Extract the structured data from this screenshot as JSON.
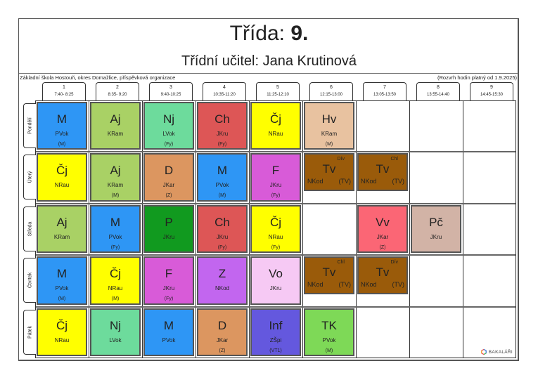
{
  "header": {
    "title_prefix": "Třída: ",
    "title_class": "9.",
    "subtitle": "Třídní učitel: Jana Krutinová",
    "school": "Základní škola Hostouň, okres Domažlice, příspěvková organizace",
    "validity": "(Rozvrh hodin platný od 1.9.2025)"
  },
  "periods": [
    {
      "num": "1",
      "time": "7:40- 8:25"
    },
    {
      "num": "2",
      "time": "8:35- 9:20"
    },
    {
      "num": "3",
      "time": "9:40-10:25"
    },
    {
      "num": "4",
      "time": "10:35-11:20"
    },
    {
      "num": "5",
      "time": "11:25-12:10"
    },
    {
      "num": "6",
      "time": "12:15-13:00"
    },
    {
      "num": "7",
      "time": "13:05-13:50"
    },
    {
      "num": "8",
      "time": "13:55-14:40"
    },
    {
      "num": "9",
      "time": "14:45-15:30"
    }
  ],
  "days": [
    "Pondělí",
    "Úterý",
    "Středa",
    "Čtvrtek",
    "Pátek"
  ],
  "lessons": [
    {
      "day": 0,
      "period": 0,
      "subject": "M",
      "teacher": "PVok",
      "room": "(M)",
      "color": "#2e96f5"
    },
    {
      "day": 0,
      "period": 1,
      "subject": "Aj",
      "teacher": "KRam",
      "room": "",
      "color": "#a9d165"
    },
    {
      "day": 0,
      "period": 2,
      "subject": "Nj",
      "teacher": "LVok",
      "room": "(Fy)",
      "color": "#6ddb9c"
    },
    {
      "day": 0,
      "period": 3,
      "subject": "Ch",
      "teacher": "JKru",
      "room": "(Fy)",
      "color": "#dd5656"
    },
    {
      "day": 0,
      "period": 4,
      "subject": "Čj",
      "teacher": "NRau",
      "room": "",
      "color": "#ffff00"
    },
    {
      "day": 0,
      "period": 5,
      "subject": "Hv",
      "teacher": "KRam",
      "room": "(M)",
      "color": "#e8c2a0"
    },
    {
      "day": 1,
      "period": 0,
      "subject": "Čj",
      "teacher": "NRau",
      "room": "",
      "color": "#ffff00"
    },
    {
      "day": 1,
      "period": 1,
      "subject": "Aj",
      "teacher": "KRam",
      "room": "(M)",
      "color": "#a9d165"
    },
    {
      "day": 1,
      "period": 2,
      "subject": "D",
      "teacher": "JKar",
      "room": "(Z)",
      "color": "#dc9660"
    },
    {
      "day": 1,
      "period": 3,
      "subject": "M",
      "teacher": "PVok",
      "room": "(M)",
      "color": "#2e96f5"
    },
    {
      "day": 1,
      "period": 4,
      "subject": "F",
      "teacher": "JKru",
      "room": "(Fy)",
      "color": "#d85bd8"
    },
    {
      "day": 1,
      "period": 5,
      "subject": "Tv",
      "teacher": "NKod",
      "room": "(TV)",
      "group": "Dív",
      "split": true,
      "color": "#9a5b0a"
    },
    {
      "day": 1,
      "period": 6,
      "subject": "Tv",
      "teacher": "NKod",
      "room": "(TV)",
      "group": "Chl",
      "split": true,
      "color": "#9a5b0a"
    },
    {
      "day": 2,
      "period": 0,
      "subject": "Aj",
      "teacher": "KRam",
      "room": "",
      "color": "#a9d165"
    },
    {
      "day": 2,
      "period": 1,
      "subject": "M",
      "teacher": "PVok",
      "room": "(Fy)",
      "color": "#2e96f5"
    },
    {
      "day": 2,
      "period": 2,
      "subject": "P",
      "teacher": "JKru",
      "room": "",
      "color": "#119a1f"
    },
    {
      "day": 2,
      "period": 3,
      "subject": "Ch",
      "teacher": "JKru",
      "room": "(Fy)",
      "color": "#dd5656"
    },
    {
      "day": 2,
      "period": 4,
      "subject": "Čj",
      "teacher": "NRau",
      "room": "(Fy)",
      "color": "#ffff00"
    },
    {
      "day": 2,
      "period": 6,
      "subject": "Vv",
      "teacher": "JKar",
      "room": "(Z)",
      "color": "#fb6675"
    },
    {
      "day": 2,
      "period": 7,
      "subject": "Pč",
      "teacher": "JKru",
      "room": "",
      "color": "#d2b3a6"
    },
    {
      "day": 3,
      "period": 0,
      "subject": "M",
      "teacher": "PVok",
      "room": "(M)",
      "color": "#2e96f5"
    },
    {
      "day": 3,
      "period": 1,
      "subject": "Čj",
      "teacher": "NRau",
      "room": "(M)",
      "color": "#ffff00"
    },
    {
      "day": 3,
      "period": 2,
      "subject": "F",
      "teacher": "JKru",
      "room": "(Fy)",
      "color": "#d85bd8"
    },
    {
      "day": 3,
      "period": 3,
      "subject": "Z",
      "teacher": "NKod",
      "room": "",
      "color": "#c266ef"
    },
    {
      "day": 3,
      "period": 4,
      "subject": "Vo",
      "teacher": "JKru",
      "room": "",
      "color": "#f6c9f4"
    },
    {
      "day": 3,
      "period": 5,
      "subject": "Tv",
      "teacher": "NKod",
      "room": "(TV)",
      "group": "Chl",
      "split": true,
      "color": "#9a5b0a"
    },
    {
      "day": 3,
      "period": 6,
      "subject": "Tv",
      "teacher": "NKod",
      "room": "(TV)",
      "group": "Dív",
      "split": true,
      "color": "#9a5b0a"
    },
    {
      "day": 4,
      "period": 0,
      "subject": "Čj",
      "teacher": "NRau",
      "room": "",
      "color": "#ffff00"
    },
    {
      "day": 4,
      "period": 1,
      "subject": "Nj",
      "teacher": "LVok",
      "room": "",
      "color": "#6ddb9c"
    },
    {
      "day": 4,
      "period": 2,
      "subject": "M",
      "teacher": "PVok",
      "room": "",
      "color": "#2e96f5"
    },
    {
      "day": 4,
      "period": 3,
      "subject": "D",
      "teacher": "JKar",
      "room": "(Z)",
      "color": "#dc9660"
    },
    {
      "day": 4,
      "period": 4,
      "subject": "Inf",
      "teacher": "ZŠpi",
      "room": "(VT1)",
      "color": "#6458de"
    },
    {
      "day": 4,
      "period": 5,
      "subject": "TK",
      "teacher": "PVok",
      "room": "(M)",
      "color": "#7ed957"
    }
  ],
  "footer": {
    "brand": "BAKALÁŘI",
    "brand_icon": "bakalari-logo-icon"
  }
}
